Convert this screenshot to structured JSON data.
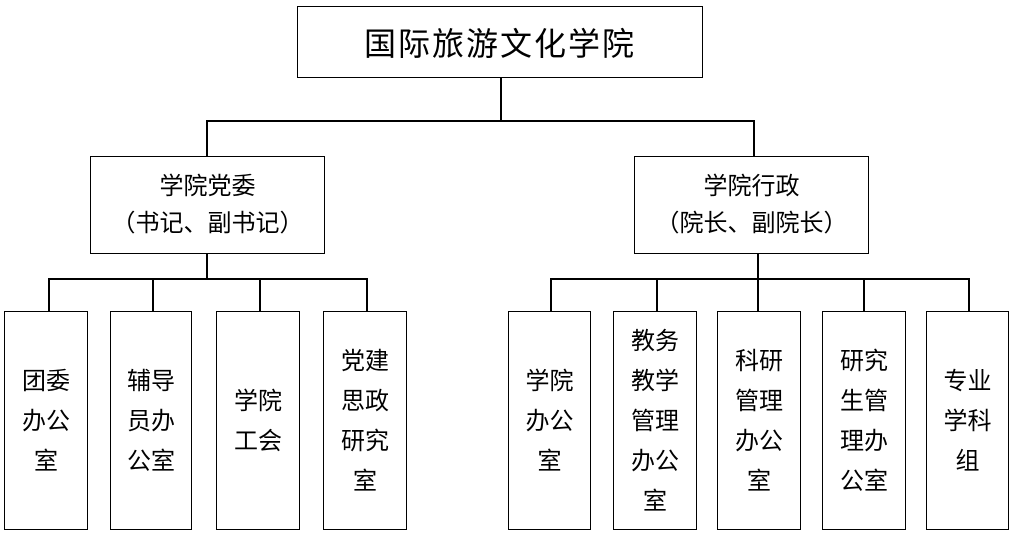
{
  "root": {
    "title": "国际旅游文化学院"
  },
  "party": {
    "title": "学院党委",
    "subtitle": "（书记、副书记）",
    "units": [
      "团委办公室",
      "辅导员办公室",
      "学院工会",
      "党建思政研究室"
    ]
  },
  "admin": {
    "title": "学院行政",
    "subtitle": "（院长、副院长）",
    "units": [
      "学院办公室",
      "教务教学管理办公室",
      "科研管理办公室",
      "研究生管理办公室",
      "专业学科组"
    ]
  }
}
